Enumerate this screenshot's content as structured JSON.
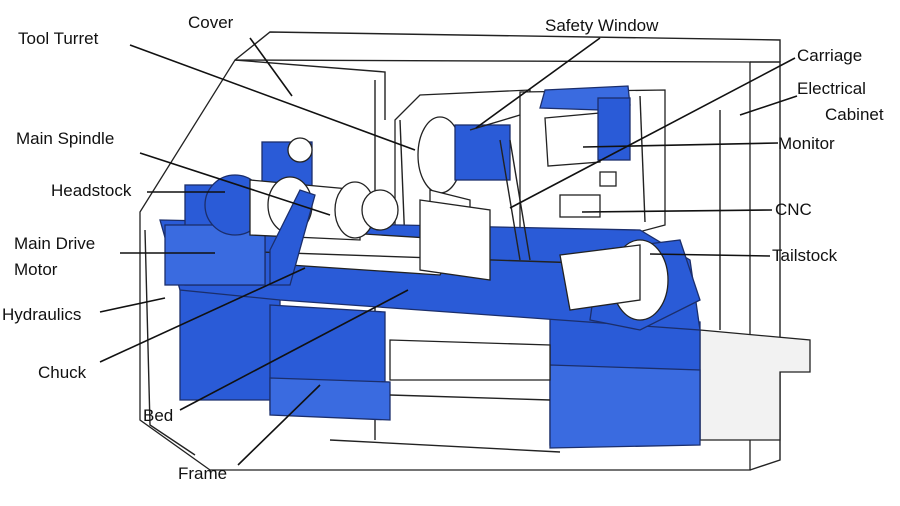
{
  "labels": {
    "cover": "Cover",
    "tool_turret": "Tool Turret",
    "safety_window": "Safety Window",
    "carriage": "Carriage",
    "electrical_cabinet_1": "Electrical",
    "electrical_cabinet_2": "Cabinet",
    "main_spindle": "Main Spindle",
    "monitor": "Monitor",
    "headstock": "Headstock",
    "cnc": "CNC",
    "main_drive_motor_1": "Main Drive",
    "main_drive_motor_2": "Motor",
    "tailstock": "Tailstock",
    "hydraulics": "Hydraulics",
    "chuck": "Chuck",
    "bed": "Bed",
    "frame": "Frame"
  },
  "colors": {
    "machine_blue": "#2a5bd7",
    "outline": "#222222",
    "background": "#ffffff"
  }
}
